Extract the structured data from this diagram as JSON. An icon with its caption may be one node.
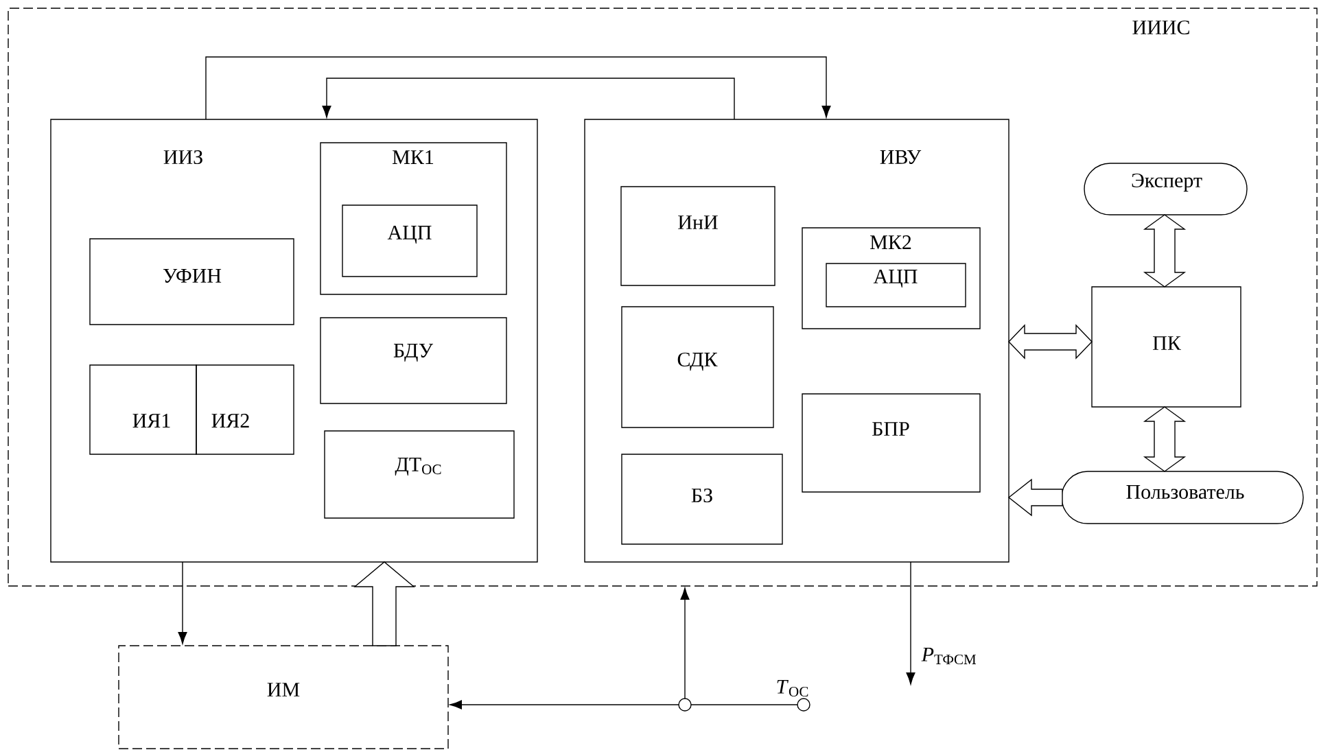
{
  "diagram": {
    "nodes": [
      {
        "text": [
          "ИИИС"
        ]
      },
      {
        "text": [
          "ИИЗ"
        ],
        "in": 0
      },
      {
        "text": [
          "МК1"
        ],
        "in": 1
      },
      {
        "text": [
          "АЦП"
        ],
        "in": 2
      },
      {
        "text": [
          "УФИН"
        ],
        "in": 1
      },
      {
        "text": [
          "ИЯ1"
        ],
        "in": 1
      },
      {
        "text": [
          "ИЯ2"
        ],
        "in": 1
      },
      {
        "text": [
          "БДУ"
        ],
        "in": 1
      },
      {
        "text": [
          "ДТ$_{ОС}$"
        ],
        "in": 1
      },
      {
        "text": [
          "ИВУ"
        ],
        "in": 0
      },
      {
        "text": [
          "ИнИ"
        ],
        "in": 9
      },
      {
        "text": [
          "МК2"
        ],
        "in": 9
      },
      {
        "text": [
          "АЦП"
        ],
        "in": 11
      },
      {
        "text": [
          "СДК"
        ],
        "in": 9
      },
      {
        "text": [
          "БПР"
        ],
        "in": 9
      },
      {
        "text": [
          "БЗ"
        ],
        "in": 9
      },
      {
        "text": [
          "Эксперт"
        ],
        "in": 0
      },
      {
        "text": [
          "ПК"
        ],
        "in": 0
      },
      {
        "text": [
          "Пользователь"
        ],
        "in": 0
      },
      {
        "text": [
          "ИМ"
        ]
      },
      {
        "text": [],
        "shape": "circle"
      },
      {
        "text": [],
        "shape": "circle",
        "beside": [
          "*T*$_{ОС}$"
        ]
      }
    ],
    "edges": [
      {
        "from": 1,
        "to": 9,
        "arrow": "to"
      },
      {
        "from": 9,
        "to": 1,
        "arrow": "to"
      },
      {
        "from": 1,
        "to": 19,
        "arrow": "to"
      },
      {
        "from": 19,
        "to": 1,
        "arrow": "to",
        "style": "thick"
      },
      {
        "from": 9,
        "to": 17,
        "arrow": "both",
        "style": "thick"
      },
      {
        "from": 16,
        "to": 17,
        "arrow": "both",
        "style": "thick"
      },
      {
        "from": 17,
        "to": 18,
        "arrow": "both",
        "style": "thick"
      },
      {
        "from": 18,
        "to": 9,
        "arrow": "to",
        "style": "thick"
      },
      {
        "from": 20,
        "to": 0,
        "arrow": "to"
      },
      {
        "from": 20,
        "to": 19,
        "arrow": "to"
      },
      {
        "from": 21,
        "to": 20,
        "arrow": "none"
      },
      {
        "from": 9,
        "to": null,
        "arrow": "to",
        "label": "*P*$_{ТФСМ}$"
      }
    ]
  }
}
